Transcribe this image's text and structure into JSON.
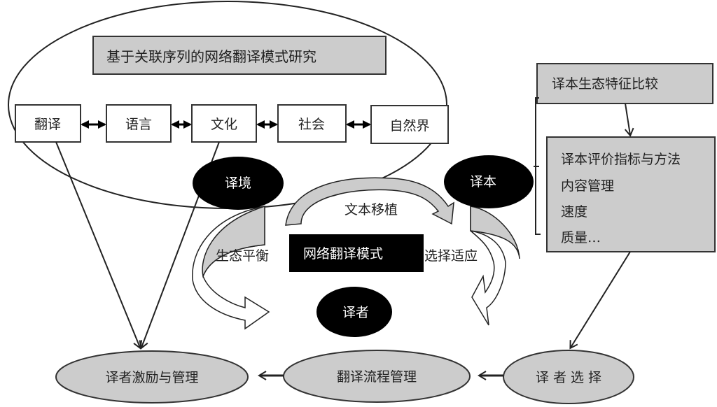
{
  "title_box": "基于关联序列的网络翻译模式研究",
  "chain": [
    "翻译",
    "语言",
    "文化",
    "社会",
    "自然界"
  ],
  "core": {
    "yijing": "译境",
    "yiben": "译本",
    "yizhe": "译者",
    "center": "网络翻译模式",
    "left_flow": "生态平衡",
    "top_flow": "文本移植",
    "right_flow": "选择适应"
  },
  "right_panel": {
    "header": "译本生态特征比较",
    "items": [
      "译本评价指标与方法",
      "内容管理",
      "速度",
      "质量…"
    ]
  },
  "bottom": [
    "译者激励与管理",
    "翻译流程管理",
    "译 者 选 择"
  ],
  "colors": {
    "gray_fill": "#cccccc",
    "black_fill": "#000000",
    "line": "#222222"
  }
}
